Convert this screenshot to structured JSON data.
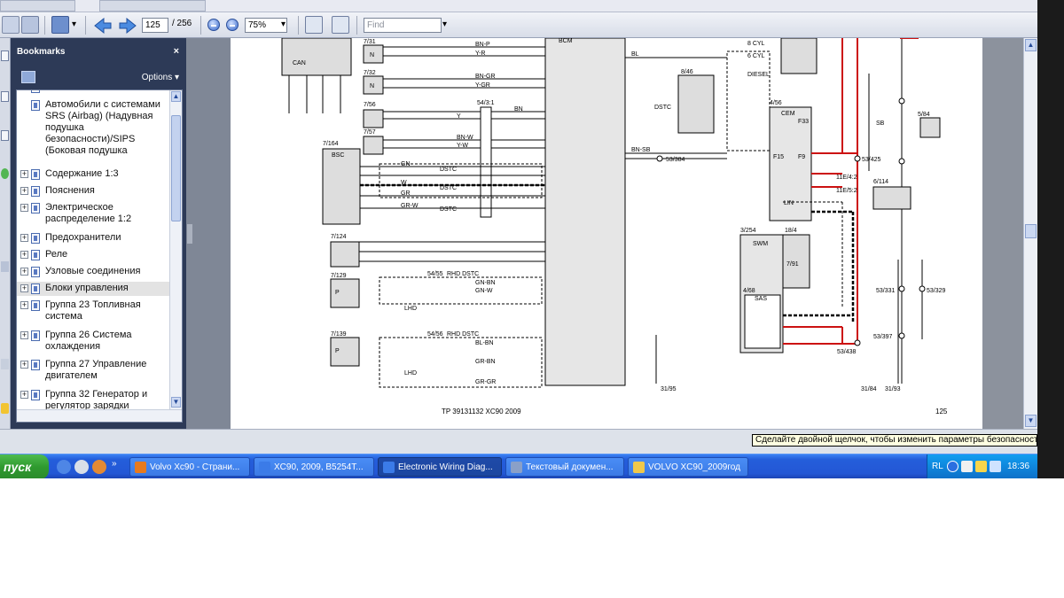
{
  "toolbar": {
    "page_current": "125",
    "page_total": "/ 256",
    "zoom": "75%",
    "find_placeholder": "Find"
  },
  "bookmarks": {
    "title": "Bookmarks",
    "close": "×",
    "options": "Options ▾",
    "items": [
      {
        "label": "Автомобили с системами SRS (Airbag) (Надувная подушка безопасности)/SIPS (Боковая подушка",
        "expander": false
      },
      {
        "label": "Содержание 1:3",
        "expander": true
      },
      {
        "label": "Пояснения",
        "expander": true
      },
      {
        "label": "Электрическое распределение 1:2",
        "expander": true
      },
      {
        "label": "Предохранители",
        "expander": true
      },
      {
        "label": "Реле",
        "expander": true
      },
      {
        "label": "Узловые соединения",
        "expander": true
      },
      {
        "label": "Блоки управления",
        "expander": true
      },
      {
        "label": "Группа 23 Топливная система",
        "expander": true
      },
      {
        "label": "Группа 26 Система охлаждения",
        "expander": true
      },
      {
        "label": "Группа 27 Управление двигателем",
        "expander": true
      },
      {
        "label": "Группа 32 Генератор и регулятор зарядки",
        "expander": true
      }
    ]
  },
  "diagram": {
    "footer_doc": "TP 39131132 XC90 2009",
    "page_number": "125",
    "labels": {
      "bcm": "BCM",
      "cem": "CEM",
      "swm": "SWM",
      "sas": "SAS",
      "bsc": "BSC",
      "can": "CAN",
      "lin": "LIN",
      "c731": "7/31",
      "c732": "7/32",
      "c756": "7/56",
      "c757": "7/57",
      "c7164": "7/164",
      "c7124": "7/124",
      "c7129": "7/129",
      "c7139": "7/139",
      "c846": "8/46",
      "c456": "4/56",
      "c3254": "3/254",
      "c184": "18/4",
      "c791": "7/91",
      "c468": "4/68",
      "c6114": "6/114",
      "c584": "5/84",
      "s5431": "54/3:1",
      "s5455": "54/55",
      "s5456": "54/56",
      "n53384": "53/384",
      "n53425": "53/425",
      "n53331": "53/331",
      "n53329": "53/329",
      "n53397": "53/397",
      "n53438": "53/438",
      "n3195": "31/95",
      "n3184": "31/84",
      "n3193": "31/93",
      "f33": "F33",
      "f15": "F15",
      "f9": "F9",
      "e42": "11E/4:2",
      "e52": "11E/5:2",
      "rhd": "RHD DSTC",
      "lhd": "LHD",
      "dstc": "DSTC",
      "cyl8": "8 CYL",
      "cyl6": "6 CYL",
      "diesel": "DIESEL",
      "p": "P",
      "n": "N",
      "bnsb": "BN-SB",
      "bl": "BL",
      "sb": "SB",
      "bnp": "BN-P",
      "yr": "Y-R",
      "bngr": "BN-GR",
      "ygr": "Y-GR",
      "y": "Y",
      "bn": "BN",
      "bnw": "BN-W",
      "yw": "Y-W",
      "gn": "GN",
      "w": "W",
      "gr": "GR",
      "grw": "GR-W",
      "gnbn": "GN-BN",
      "gnw": "GN-W",
      "grbn": "GR-BN",
      "blbn": "BL-BN",
      "grgr": "GR-GR"
    }
  },
  "tooltip": "Сделайте двойной щелчок, чтобы изменить параметры безопасности",
  "taskbar": {
    "start": "пуск",
    "more": "»",
    "tasks": [
      {
        "label": "Volvo Xc90 - Страни...",
        "icon_color": "#e87a1e",
        "active": false
      },
      {
        "label": "XC90, 2009, B5254T...",
        "icon_color": "#3b7be8",
        "active": false
      },
      {
        "label": "Electronic Wiring Diag...",
        "icon_color": "#3b7be8",
        "active": true
      },
      {
        "label": "Текстовый докумен...",
        "icon_color": "#8aa0c8",
        "active": false
      },
      {
        "label": "VOLVO XC90_2009год",
        "icon_color": "#f0c84a",
        "active": false
      }
    ],
    "lang": "RL",
    "clock": "18:36"
  },
  "colors": {
    "taskbar": "#245edb",
    "start": "#2f9a2f",
    "panel": "#2d3a57",
    "wire_red": "#cc1111",
    "wire_black": "#000000"
  }
}
